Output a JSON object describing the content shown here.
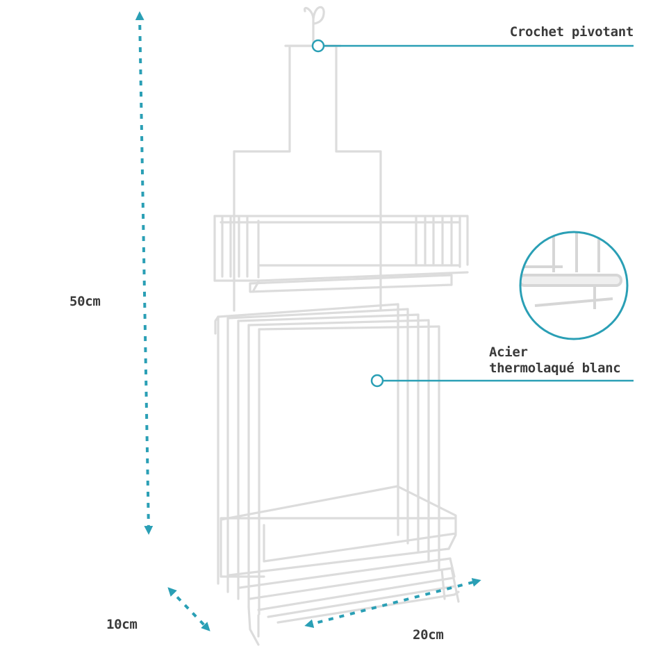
{
  "colors": {
    "accent": "#2a9fb5",
    "wire": "#dcdcdc",
    "text": "#3a3a3a",
    "background": "#ffffff"
  },
  "callouts": {
    "hook_label": "Crochet pivotant",
    "material_line1": "Acier",
    "material_line2": "thermolaqué blanc"
  },
  "dimensions": {
    "height": "50cm",
    "depth": "10cm",
    "width": "20cm"
  }
}
